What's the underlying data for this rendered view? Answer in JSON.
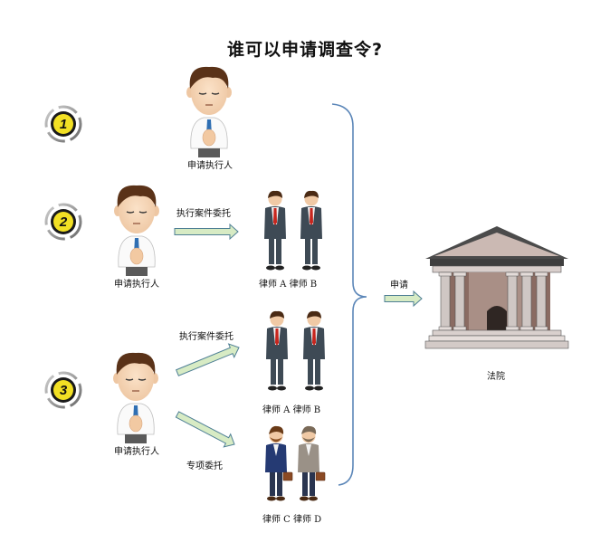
{
  "title": "谁可以申请调查令?",
  "colors": {
    "arrow_fill": "#d7ebc4",
    "arrow_stroke": "#4e7f95",
    "brace": "#5b86b8",
    "badge_yellow": "#f2e024",
    "court_roof": "#cbb9b3",
    "court_column": "#cfc7c4",
    "suit_dark": "#3e4a55",
    "tie_red": "#c7261e"
  },
  "options": [
    {
      "badge": "1",
      "applicant_label": "申请执行人"
    },
    {
      "badge": "2",
      "applicant_label": "申请执行人",
      "delegation_label": "执行案件委托",
      "lawyers_label": "律师 A   律师 B"
    },
    {
      "badge": "3",
      "applicant_label": "申请执行人",
      "delegation_label": "执行案件委托",
      "lawyers_label": "律师 A   律师 B",
      "special_label": "专项委托",
      "special_lawyers_label": "律师 C   律师 D"
    }
  ],
  "apply_label": "申请",
  "court_label": "法院"
}
